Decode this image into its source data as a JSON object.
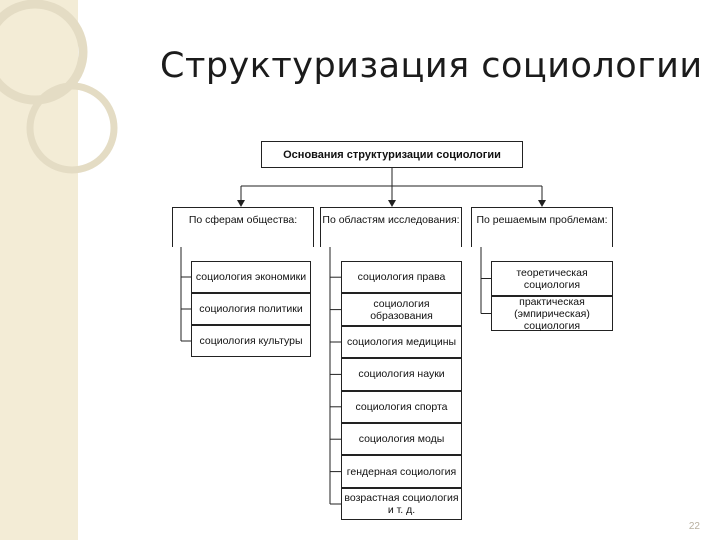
{
  "slide": {
    "title": "Структуризация социологии",
    "page_number": "22"
  },
  "diagram": {
    "root": "Основания структуризации социологии",
    "categories": [
      {
        "label": "По сферам общества:",
        "items": [
          "социология экономики",
          "социология политики",
          "социология культуры"
        ]
      },
      {
        "label": "По областям исследования:",
        "items": [
          "социология права",
          "социология образования",
          "социология медицины",
          "социология науки",
          "социология спорта",
          "социология моды",
          "гендерная социология",
          "возрастная социология и т. д."
        ]
      },
      {
        "label": "По решаемым проблемам:",
        "items": [
          "теоретическая социология",
          "практическая (эмпирическая) социология"
        ]
      }
    ]
  },
  "colors": {
    "sidebar": "#f3ecd6",
    "ring": "#e4dcc4",
    "line": "#222222"
  }
}
